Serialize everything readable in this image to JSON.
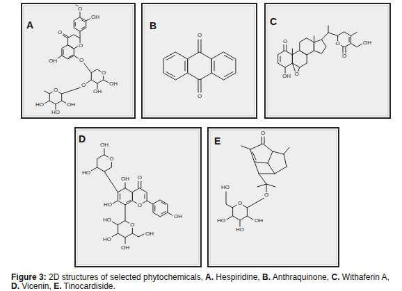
{
  "diagram": {
    "caption": "Figure 3: 2D structures of selected phytochemicals, A. Hespiridine, B. Anthraquinone, C. Withaferin A, D. Vicenin, E. Tinocardiside.",
    "nodes": [
      {
        "text": [
          "A",
          "O",
          "OH",
          "O",
          "O",
          "OH",
          "O",
          "O",
          "OH",
          "OH",
          "O",
          "O",
          "HO",
          "HO",
          "OH"
        ]
      },
      {
        "text": [
          "B",
          "O",
          "O"
        ]
      },
      {
        "text": [
          "C",
          "O",
          "OH",
          "O",
          "O",
          "O",
          "OH"
        ]
      },
      {
        "text": [
          "D",
          "O",
          "OH",
          "HO",
          "O",
          "OH",
          "O",
          "OH",
          "HO",
          "O",
          "HO",
          "HO",
          "OH",
          "OH"
        ]
      },
      {
        "text": [
          "E",
          "O",
          "O",
          "O",
          "HO",
          "HO",
          "HO",
          "OH"
        ]
      }
    ]
  }
}
